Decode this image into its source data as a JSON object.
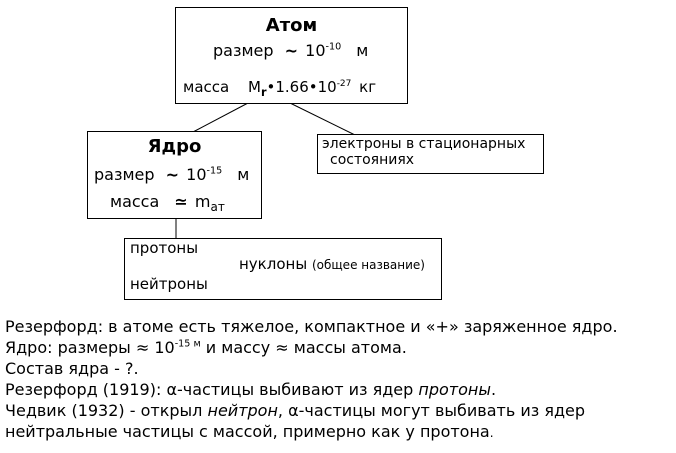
{
  "atom": {
    "title": "Атом",
    "size_label": "размер",
    "size_approx": "~",
    "size_base": "10",
    "size_exp": "-10",
    "size_unit": "м",
    "mass_label": "масса",
    "mass_symbol": "M",
    "mass_sub": "r",
    "mass_expr": "•1.66•10",
    "mass_exp": "-27",
    "mass_unit": "кг"
  },
  "electrons": {
    "line1": "электроны в стационарных",
    "line2": "состояниях"
  },
  "nucleus": {
    "title": "Ядро",
    "size_label": "размер",
    "size_approx": "~",
    "size_base": "10",
    "size_exp": "-15",
    "size_unit": "м",
    "mass_label": "масса",
    "mass_approx": "≃",
    "mass_symbol": "m",
    "mass_sub": "ат"
  },
  "nucleons": {
    "protons": "протоны",
    "neutrons": "нейтроны",
    "nucleons": "нуклоны",
    "note": "(общее название)"
  },
  "text": {
    "line1": "Резерфорд: в атоме есть тяжелое, компактное и «+» заряженное ядро.",
    "line2_a": "Ядро: размеры ≈ 10",
    "line2_exp": "-15 м",
    "line2_b": " и массу ≈ массы атома.",
    "line3": "Состав ядра - ?.",
    "line4_a": "Резерфорд (1919): α-частицы выбивают из ядер ",
    "line4_em": "протоны",
    "line4_b": ".",
    "line5_a": "Чедвик (1932) - открыл ",
    "line5_em": "нейтрон",
    "line5_b": ", α-частицы могут выбивать из ядер",
    "line6_a": "нейтральные частицы с массой,  примерно как у протона",
    "line6_b": "."
  }
}
